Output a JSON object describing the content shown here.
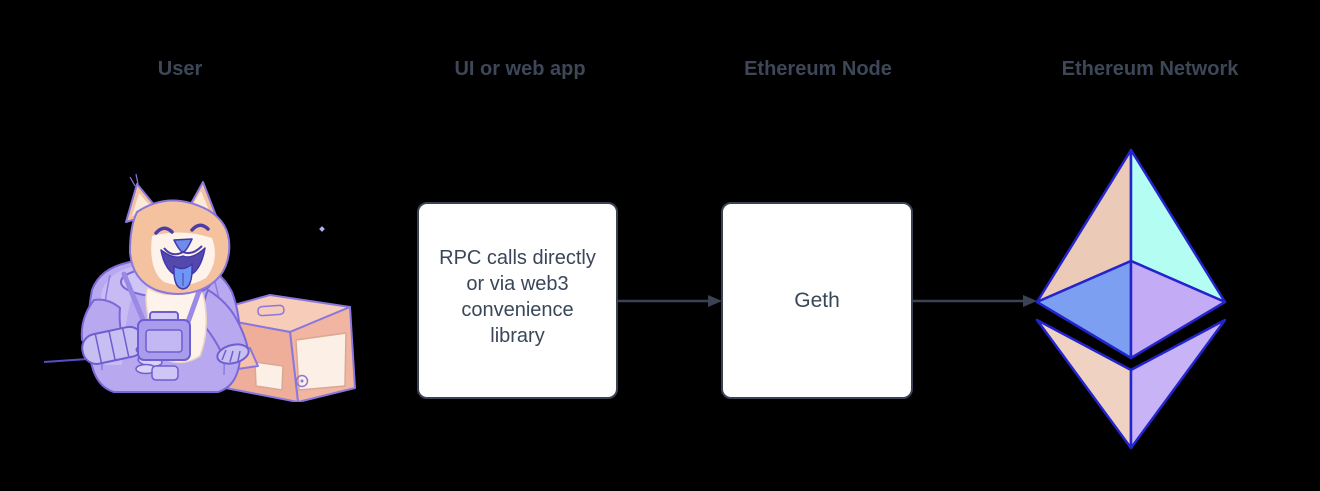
{
  "diagram": {
    "background": "#000000",
    "columns": [
      {
        "id": "user",
        "label": "User",
        "type": "illustration",
        "illustration": "doge-astronaut-at-computer"
      },
      {
        "id": "webapp",
        "label": "UI or web app",
        "type": "box",
        "lines": [
          "RPC calls directly",
          "or via web3",
          "convenience",
          "library"
        ]
      },
      {
        "id": "node",
        "label": "Ethereum Node",
        "type": "box",
        "lines": [
          "Geth"
        ]
      },
      {
        "id": "network",
        "label": "Ethereum Network",
        "type": "illustration",
        "illustration": "ethereum-logo"
      }
    ],
    "arrows": [
      {
        "from": "UI or web app",
        "to": "Ethereum Node",
        "direction": "right"
      },
      {
        "from": "Ethereum Node",
        "to": "Ethereum Network",
        "direction": "right"
      }
    ],
    "colors": {
      "label_text": "#3d4757",
      "box_background": "#ffffff",
      "box_border": "#3a4254",
      "box_text": "#3a4759",
      "arrow": "#3b4252",
      "eth_outline": "#2424cd",
      "eth_face_upper_left": "#eccab8",
      "eth_face_upper_right": "#b4fdf2",
      "eth_face_lower_left": "#7d9ff1",
      "eth_face_lower_right": "#c3abf5",
      "eth_base_left": "#f0d2c2",
      "eth_base_right": "#c9b3f7",
      "doge_fur": "#f4c29f",
      "doge_cream": "#fdf3ea",
      "doge_tongue": "#6f96f5",
      "suit": "#b7a8ef",
      "computer": "#f1b5a1"
    }
  }
}
